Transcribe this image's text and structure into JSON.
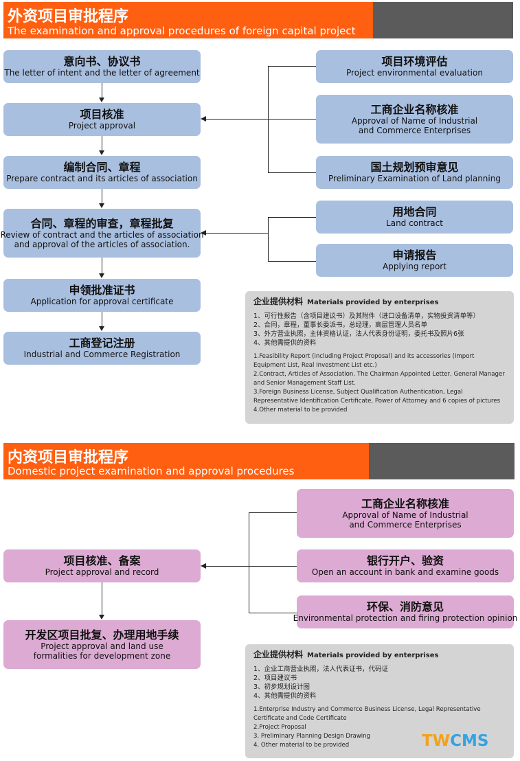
{
  "foreign": {
    "title_zh": "外资项目审批程序",
    "title_en": "The examination and approval procedures of foreign capital project",
    "steps": [
      {
        "zh": "意向书、协议书",
        "en": "The letter of intent and the letter of agreement"
      },
      {
        "zh": "项目核准",
        "en": "Project approval"
      },
      {
        "zh": "编制合同、章程",
        "en": "Prepare contract and its articles of association"
      },
      {
        "zh": "合同、章程的审查，章程批复",
        "en1": "Review of contract and the articles of association",
        "en2": "and approval of the articles of association."
      },
      {
        "zh": "申领批准证书",
        "en": "Application for approval certificate"
      },
      {
        "zh": "工商登记注册",
        "en": "Industrial and Commerce Registration"
      }
    ],
    "side": [
      {
        "zh": "项目环境评估",
        "en": "Project environmental evaluation"
      },
      {
        "zh": "工商企业名称核准",
        "en1": "Approval of Name of Industrial",
        "en2": "and Commerce Enterprises"
      },
      {
        "zh": "国土规划预审意见",
        "en": "Preliminary Examination of Land planning"
      },
      {
        "zh": "用地合同",
        "en": "Land contract"
      },
      {
        "zh": "申请报告",
        "en": "Applying report"
      }
    ],
    "materials": {
      "head_zh": "企业提供材料",
      "head_en": "Materials provided by enterprises",
      "cn": [
        "1、可行性报告（含项目建议书）及其附件（进口设备清单，实物投资清单等）",
        "2、合同，章程，董事长委派书，总经理，高层管理人员名单",
        "3、外方营业执照，主体资格认证，法人代表身份证明，委托书及照片6张",
        "4、其他需提供的资料"
      ],
      "en": [
        "1.Feasibility Report (including Project Proposal) and its accessories (Import Equipment List, Real Investment List etc.)",
        "2.Contract, Articles of Association. The Chairman Appointed Letter, General Manager and Senior Management Staff List.",
        "3.Foreign Business License, Subject Qualification Authentication, Legal Representative Identification Certificate, Power of Attorney and 6 copies of pictures",
        "4.Other material to be provided"
      ]
    }
  },
  "domestic": {
    "title_zh": "内资项目审批程序",
    "title_en": "Domestic project examination and approval procedures",
    "steps": [
      {
        "zh": "项目核准、备案",
        "en": "Project approval and record"
      },
      {
        "zh": "开发区项目批复、办理用地手续",
        "en1": "Project approval and land use",
        "en2": "formalities for development zone"
      }
    ],
    "side": [
      {
        "zh": "工商企业名称核准",
        "en1": "Approval of Name of Industrial",
        "en2": "and Commerce Enterprises"
      },
      {
        "zh": "银行开户、验资",
        "en": "Open an account in bank and examine goods"
      },
      {
        "zh": "环保、消防意见",
        "en": "Environmental protection and firing protection opinion"
      }
    ],
    "materials": {
      "head_zh": "企业提供材料",
      "head_en": "Materials provided by enterprises",
      "cn": [
        "1、企业工商营业执照，法人代表证书，代码证",
        "2、项目建议书",
        "3、初步规划设计图",
        "4、其他需提供的资料"
      ],
      "en": [
        "1.Enterprise Industry and Commerce Business License, Legal Representative Certificate and Code Certificate",
        "2.Project Proposal",
        "3. Preliminary Planning Design Drawing",
        "4. Other material to be provided"
      ]
    }
  },
  "logo": {
    "part1": "TW",
    "part2": "CMS"
  }
}
